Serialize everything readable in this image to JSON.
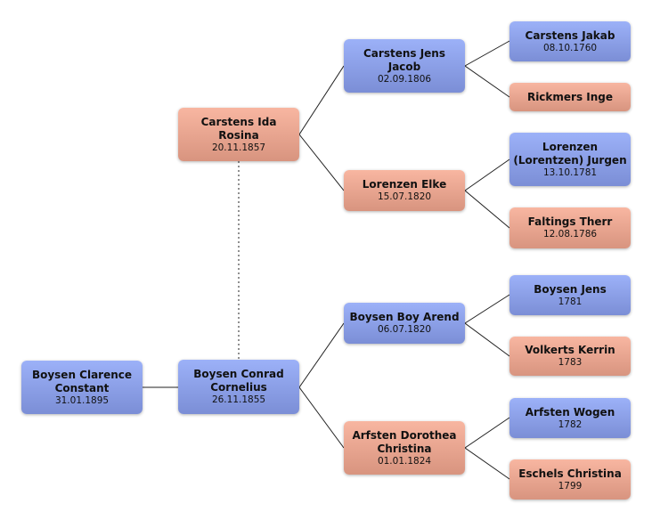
{
  "people": {
    "clarence": {
      "name": "Boysen Clarence Constant",
      "date": "31.01.1895"
    },
    "conrad": {
      "name": "Boysen Conrad Cornelius",
      "date": "26.11.1855"
    },
    "ida": {
      "name": "Carstens Ida Rosina",
      "date": "20.11.1857"
    },
    "jensjacob": {
      "name": "Carstens Jens Jacob",
      "date": "02.09.1806"
    },
    "elke": {
      "name": "Lorenzen Elke",
      "date": "15.07.1820"
    },
    "boyarend": {
      "name": "Boysen Boy Arend",
      "date": "06.07.1820"
    },
    "dorothea": {
      "name": "Arfsten Dorothea Christina",
      "date": "01.01.1824"
    },
    "jakab": {
      "name": "Carstens Jakab",
      "date": "08.10.1760"
    },
    "inge": {
      "name": "Rickmers Inge"
    },
    "jurgen": {
      "name": "Lorenzen (Lorentzen) Jurgen",
      "date": "13.10.1781"
    },
    "therr": {
      "name": "Faltings Therr",
      "date": "12.08.1786"
    },
    "jens": {
      "name": "Boysen Jens",
      "date": "1781"
    },
    "kerrin": {
      "name": "Volkerts Kerrin",
      "date": "1783"
    },
    "wogen": {
      "name": "Arfsten Wogen",
      "date": "1782"
    },
    "eschels": {
      "name": "Eschels Christina",
      "date": "1799"
    }
  },
  "colors": {
    "male": "#8ca0e8",
    "female": "#e8a590",
    "line": "#222222"
  }
}
